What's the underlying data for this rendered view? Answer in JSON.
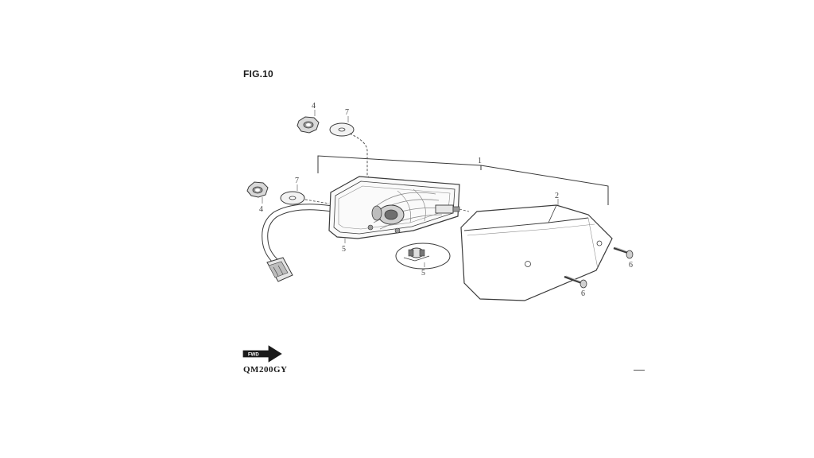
{
  "figure": {
    "title": "FIG.10",
    "model_code": "QM200GY",
    "fwd_label": "FWD",
    "callouts": {
      "assembly": "1",
      "cover": "2",
      "nut_top": "4",
      "washer_top": "7",
      "nut_left": "4",
      "washer_left": "7",
      "lens_unit": "5",
      "bulb": "5",
      "screw_upper": "6",
      "screw_lower": "6"
    }
  },
  "colors": {
    "line": "#3a3a3a",
    "light_line": "#8a8a8a",
    "ink": "#1a1a1a"
  }
}
